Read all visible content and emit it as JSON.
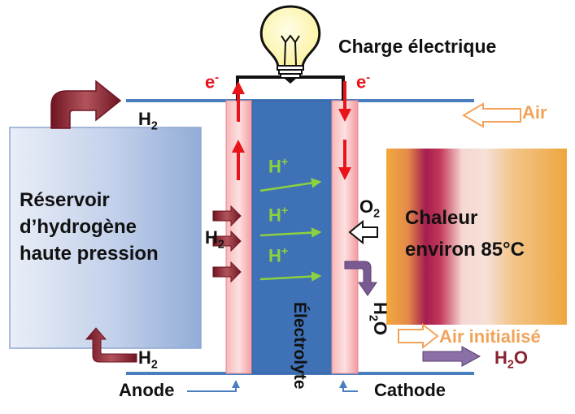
{
  "labels": {
    "load": "Charge électrique",
    "e_left": "e",
    "e_right": "e",
    "e_sup": "-",
    "air": "Air",
    "air_out": "Air initialisé",
    "h2_top": "H",
    "h2_mid": "H",
    "h2_bottom": "H",
    "h2_sub": "2",
    "hplus": "H",
    "plus": "+",
    "o2": "O",
    "o2_sub": "2",
    "h2o_vert": "H",
    "h2o_vert_sub": "2",
    "h2o_vert_o": "O",
    "h2o_right": "H",
    "h2o_right_sub": "2",
    "h2o_right_o": "O",
    "reservoir_line1": "Réservoir",
    "reservoir_line2": "d’hydrogène",
    "reservoir_line3": "haute pression",
    "heat_line1": "Chaleur",
    "heat_line2": "environ 85°C",
    "anode": "Anode",
    "cathode": "Cathode",
    "electrolyte": "Électrolyte"
  },
  "colors": {
    "electron": "#e8141a",
    "proton": "#8cd13e",
    "air": "#f2a35a",
    "h2_arrow": "#8b2230",
    "h2o_arrow": "#7a5a92",
    "electrolyte": "#3f71b6",
    "electrode": "#f6a9ac",
    "bus_line": "#4a7ebf"
  },
  "icons": [
    "light-bulb-icon"
  ]
}
